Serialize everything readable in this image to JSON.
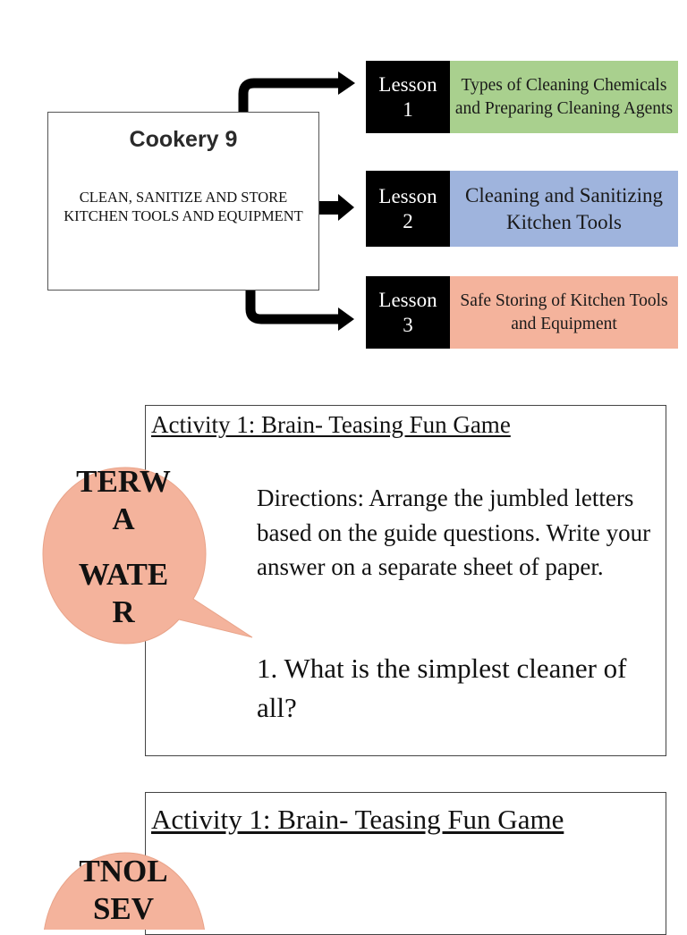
{
  "concept_map": {
    "course_title": "Cookery 9",
    "course_subtitle": "CLEAN, SANITIZE AND STORE KITCHEN TOOLS AND EQUIPMENT",
    "lessons": [
      {
        "label": "Lesson",
        "number": "1",
        "title": "Types of Cleaning Chemicals and Preparing Cleaning Agents",
        "color": "#a9d08e"
      },
      {
        "label": "Lesson",
        "number": "2",
        "title": "Cleaning and Sanitizing Kitchen Tools",
        "color": "#9fb4dd"
      },
      {
        "label": "Lesson",
        "number": "3",
        "title": "Safe Storing of Kitchen Tools and Equipment",
        "color": "#f4b39c"
      }
    ]
  },
  "activities": [
    {
      "title": "Activity 1: Brain- Teasing Fun Game",
      "directions": "Directions: Arrange the jumbled letters based on the  guide questions. Write your answer on a separate sheet of paper.",
      "question": "1. What is the simplest cleaner of all?",
      "bubble": {
        "jumbled_line1": "TERW",
        "jumbled_line2": "A",
        "answer_line1": "WATE",
        "answer_line2": "R",
        "color": "#f4b39c"
      }
    },
    {
      "title": "Activity 1: Brain- Teasing Fun Game",
      "bubble": {
        "jumbled_line1": "TNOL",
        "jumbled_line2": "SEV",
        "color": "#f4b39c"
      }
    }
  ]
}
